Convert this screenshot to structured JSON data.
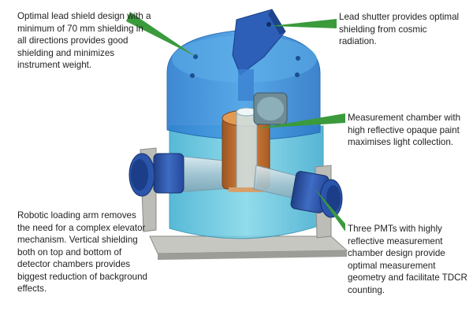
{
  "annotations": {
    "shield": "Optimal lead shield design with a minimum of 70 mm shielding in all directions provides good shielding and minimizes instrument weight.",
    "shutter": "Lead shutter provides optimal shielding from cosmic radiation.",
    "chamber": "Measurement chamber with high reflective opaque paint maximises light collection.",
    "arm": "Robotic loading arm removes the need for a complex elevator mechanism. Vertical shielding both on top and bottom of detector chambers provides biggest reduction of background effects.",
    "pmt": "Three PMTs with highly reflective measurement chamber design provide optimal measurement geometry and facilitate TDCR counting."
  },
  "colors": {
    "pointer": "#3a9a3c",
    "shield_body": "#3d8fd6",
    "shield_lower": "#55c3dc",
    "pmt_blue": "#2c55a8",
    "chamber_orange": "#c8742e",
    "metal": "#b9b9b5"
  }
}
